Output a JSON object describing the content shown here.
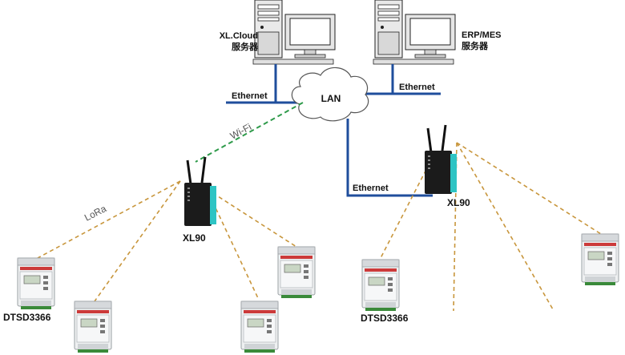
{
  "network": {
    "lan_label": "LAN",
    "ethernet_left": "Ethernet",
    "ethernet_right": "Ethernet",
    "ethernet_gateway": "Ethernet",
    "wifi_label": "Wi-Fi",
    "lora_label": "LoRa"
  },
  "servers": [
    {
      "line1": "XL.Cloud",
      "line2": "服务器"
    },
    {
      "line1": "ERP/MES",
      "line2": "服务器"
    }
  ],
  "gateways": [
    {
      "label": "XL90"
    },
    {
      "label": "XL90"
    }
  ],
  "meters": {
    "label_left": "DTSD3366",
    "label_right": "DTSD3366"
  },
  "colors": {
    "ethernet": "#1f4e9c",
    "wifi": "#2e9a4a",
    "lora": "#c8963c",
    "gateway_body": "#1b1b1b",
    "gateway_accent": "#2ec4c4"
  }
}
